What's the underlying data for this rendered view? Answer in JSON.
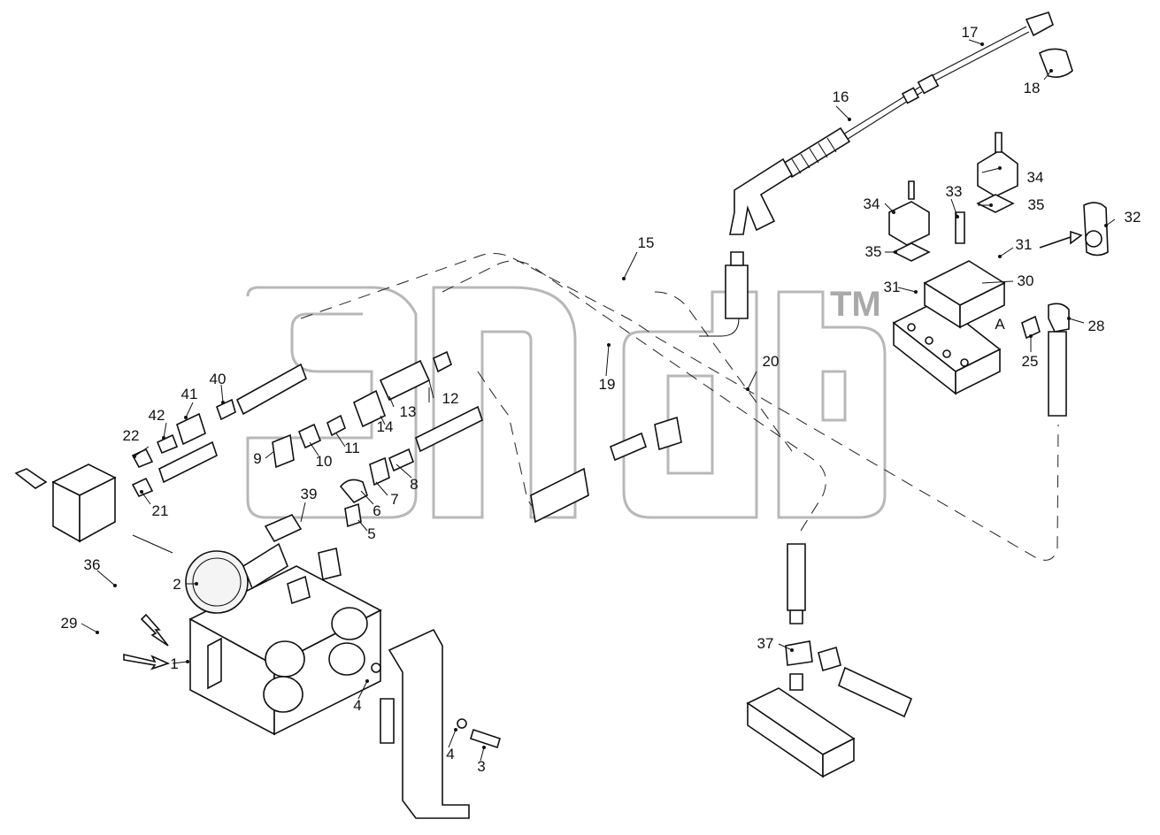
{
  "watermark": {
    "trademark": "TM"
  },
  "callouts": {
    "c1": "1",
    "c2": "2",
    "c3": "3",
    "c4a": "4",
    "c4b": "4",
    "c5": "5",
    "c6": "6",
    "c7": "7",
    "c8": "8",
    "c9": "9",
    "c10": "10",
    "c11": "11",
    "c12": "12",
    "c13": "13",
    "c14": "14",
    "c15": "15",
    "c16": "16",
    "c17": "17",
    "c18": "18",
    "c19": "19",
    "c20": "20",
    "c21": "21",
    "c22": "22",
    "c25": "25",
    "c28": "28",
    "c29": "29",
    "c30": "30",
    "c31a": "31",
    "c31b": "31",
    "c32": "32",
    "c33": "33",
    "c34a": "34",
    "c34b": "34",
    "c35a": "35",
    "c35b": "35",
    "c36": "36",
    "c37": "37",
    "c39": "39",
    "c40": "40",
    "c41": "41",
    "c42": "42",
    "cA": "A"
  }
}
